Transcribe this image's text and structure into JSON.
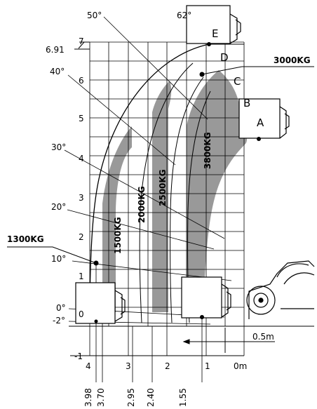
{
  "diagram": {
    "angles": {
      "a50": "50°",
      "a62": "62°",
      "a40": "40°",
      "a30": "30°",
      "a20": "20°",
      "a10": "10°",
      "a0": "0°",
      "am2": "-2°"
    },
    "y_ticks": {
      "t7": "7",
      "t691": "6.91",
      "t6": "6",
      "t5": "5",
      "t4": "4",
      "t3": "3",
      "t2": "2",
      "t1": "1",
      "t0": "0",
      "tm1": "-1"
    },
    "x_ticks": {
      "t4": "4",
      "t3": "3",
      "t2": "2",
      "t1": "1",
      "t0m": "0m"
    },
    "x_rotated": {
      "v398": "3.98",
      "v370": "3.70",
      "v295": "2.95",
      "v240": "2.40",
      "v155": "1.55"
    },
    "zones": {
      "z1500": "1500KG",
      "z2000": "2000KG",
      "z2500": "2500KG",
      "z3800": "3800KG"
    },
    "callouts": {
      "kg3000": "3000KG",
      "kg1300": "1300KG",
      "scale": "0.5m"
    },
    "points": {
      "A": "A",
      "B": "B",
      "C": "C",
      "D": "D",
      "E": "E"
    }
  }
}
